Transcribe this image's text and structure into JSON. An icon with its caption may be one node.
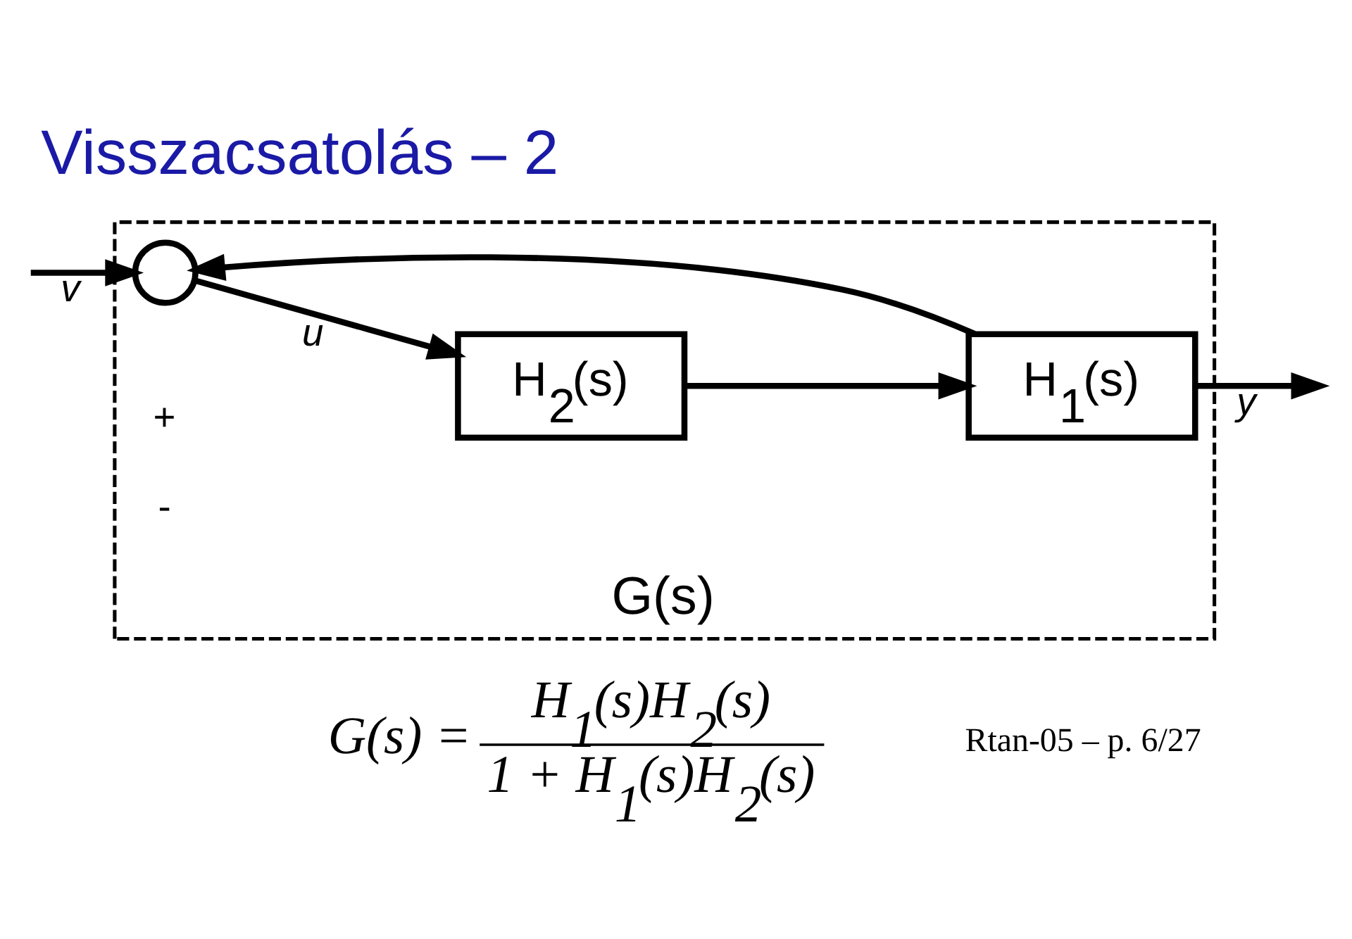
{
  "diagram": {
    "title": "Visszacsatolás – 2",
    "nodes": [
      {
        "text": [
          "G(s)"
        ]
      },
      {
        "text": [],
        "shape": "circle",
        "in": 0
      },
      {
        "text": [
          "H$_{2}$(s)"
        ],
        "in": 0
      },
      {
        "text": [
          "H$_{1}$(s)"
        ],
        "in": 0
      }
    ],
    "edges": [
      {
        "from": null,
        "to": 1,
        "arrow": "to",
        "label": "v"
      },
      {
        "from": 1,
        "to": 2,
        "arrow": "to",
        "label": "u"
      },
      {
        "from": 2,
        "to": 3,
        "arrow": "to"
      },
      {
        "from": 3,
        "to": null,
        "arrow": "to",
        "label": "y"
      },
      {
        "from": 3,
        "to": 1,
        "arrow": "to"
      }
    ],
    "labels": [
      "+",
      "-",
      "G(s) =",
      "H$_{1}$(s)H$_{2}$(s)",
      "1 + H$_{1}$(s)H$_{2}$(s)",
      "Rtan-05 – p. 6/27"
    ]
  }
}
